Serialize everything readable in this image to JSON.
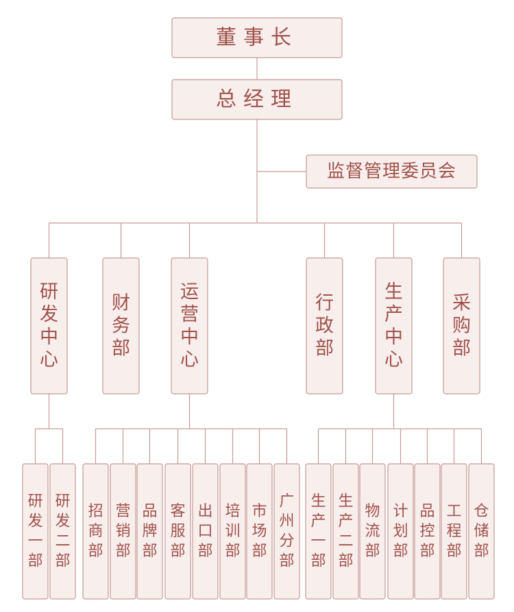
{
  "diagram": {
    "type": "org-chart",
    "nodes": {
      "chairman": "董事长",
      "gm": "总经理",
      "supervisory": "监督管理委员会",
      "rd_center": "研发中心",
      "finance": "财务部",
      "operations_center": "运营中心",
      "admin": "行政部",
      "production_center": "生产中心",
      "procurement": "采购部",
      "rd_1": "研发一部",
      "rd_2": "研发二部",
      "investment": "招商部",
      "marketing_sales": "营销部",
      "brand": "品牌部",
      "customer_service": "客服部",
      "export": "出口部",
      "training": "培训部",
      "market": "市场部",
      "guangzhou_branch": "广州分部",
      "production_1": "生产一部",
      "production_2": "生产二部",
      "logistics": "物流部",
      "planning": "计划部",
      "quality_control": "品控部",
      "engineering": "工程部",
      "warehouse": "仓储部"
    },
    "edges": [
      [
        "chairman",
        "gm"
      ],
      [
        "gm",
        "supervisory"
      ],
      [
        "gm",
        "rd_center"
      ],
      [
        "gm",
        "finance"
      ],
      [
        "gm",
        "operations_center"
      ],
      [
        "gm",
        "admin"
      ],
      [
        "gm",
        "production_center"
      ],
      [
        "gm",
        "procurement"
      ],
      [
        "rd_center",
        "rd_1"
      ],
      [
        "rd_center",
        "rd_2"
      ],
      [
        "operations_center",
        "investment"
      ],
      [
        "operations_center",
        "marketing_sales"
      ],
      [
        "operations_center",
        "brand"
      ],
      [
        "operations_center",
        "customer_service"
      ],
      [
        "operations_center",
        "export"
      ],
      [
        "operations_center",
        "training"
      ],
      [
        "operations_center",
        "market"
      ],
      [
        "operations_center",
        "guangzhou_branch"
      ],
      [
        "production_center",
        "production_1"
      ],
      [
        "production_center",
        "production_2"
      ],
      [
        "production_center",
        "logistics"
      ],
      [
        "production_center",
        "planning"
      ],
      [
        "production_center",
        "quality_control"
      ],
      [
        "production_center",
        "engineering"
      ],
      [
        "production_center",
        "warehouse"
      ]
    ]
  },
  "colors": {
    "box_fill": "#f8eeec",
    "box_border": "#c49a96",
    "text": "#a0524c",
    "line": "#c49a96"
  }
}
